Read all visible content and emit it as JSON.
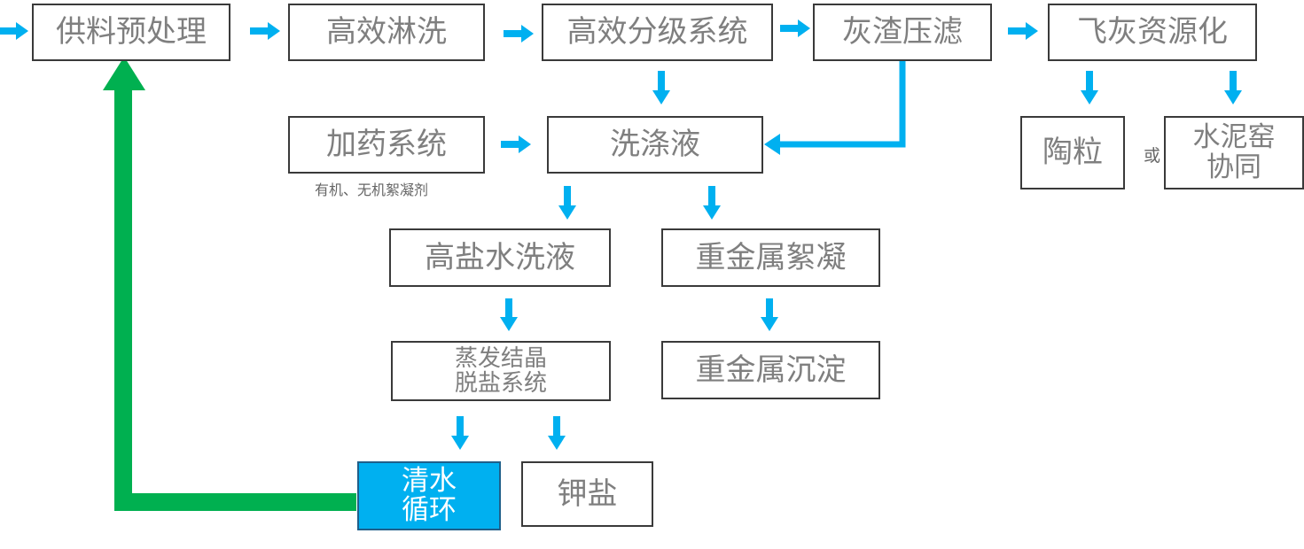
{
  "nodes": {
    "feed_pretreat": "供料预处理",
    "wash": "高效淋洗",
    "classify": "高效分级系统",
    "slag_filter": "灰渣压滤",
    "flyash_reuse": "飞灰资源化",
    "dosing": "加药系统",
    "dosing_note": "有机、无机絮凝剂",
    "wash_liquid": "洗涤液",
    "ceramsite": "陶粒",
    "or_label": "或",
    "cement_line1": "水泥窑",
    "cement_line2": "协同",
    "salt_wash": "高盐水洗液",
    "hm_floc": "重金属絮凝",
    "evap_line1": "蒸发结晶",
    "evap_line2": "脱盐系统",
    "hm_precip": "重金属沉淀",
    "water_line1": "清水",
    "water_line2": "循环",
    "potassium": "钾盐"
  },
  "colors": {
    "arrow_blue": "#00b0f0",
    "recycle_green": "#00b050",
    "box_text": "#7f7f7f",
    "highlight_fill": "#00b0f0"
  }
}
